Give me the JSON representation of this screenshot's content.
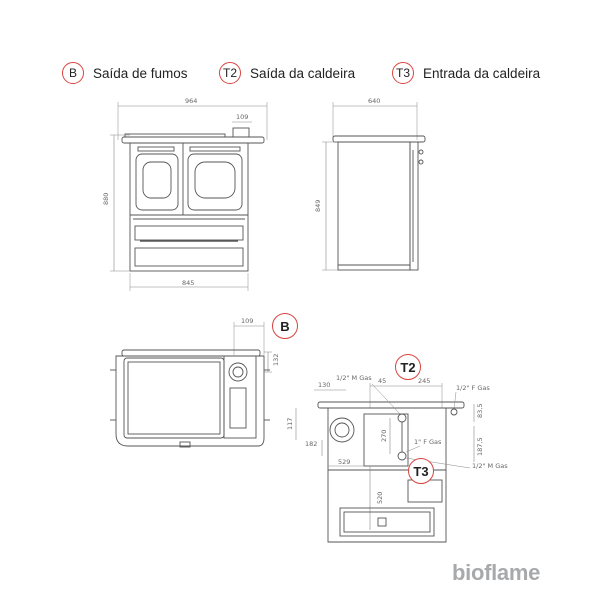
{
  "legend": [
    {
      "code": "B",
      "label": "Saída de fumos"
    },
    {
      "code": "T2",
      "label": "Saída da caldeira"
    },
    {
      "code": "T3",
      "label": "Entrada da caldeira"
    }
  ],
  "front_view": {
    "width_top": "964",
    "flue_offset": "109",
    "height": "880",
    "width_bottom": "845"
  },
  "side_view": {
    "depth": "640",
    "height": "849"
  },
  "top_view": {
    "flue_offset": "109",
    "flue_depth": "132",
    "callout": "B"
  },
  "rear_view": {
    "dim_130": "130",
    "dim_45": "45",
    "dim_245": "245",
    "dim_83_5": "83,5",
    "dim_117": "117",
    "dim_182": "182",
    "dim_270": "270",
    "dim_187_5": "187,5",
    "dim_529": "529",
    "dim_520": "520",
    "thread_m_top": "1/2\" M Gas",
    "thread_f_right": "1/2\" F Gas",
    "thread_f_mid": "1\" F Gas",
    "thread_m_bottom": "1/2\" M Gas",
    "callout_t2": "T2",
    "callout_t3": "T3"
  },
  "brand": {
    "name": "bioflame"
  }
}
